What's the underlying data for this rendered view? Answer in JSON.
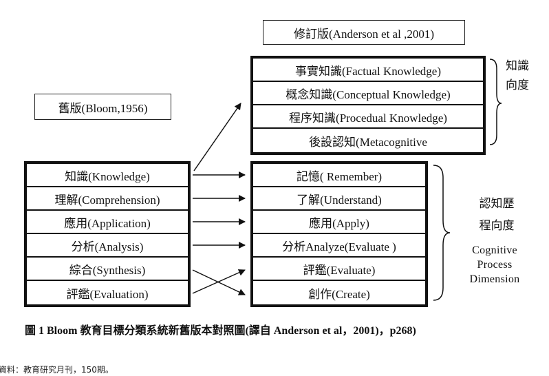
{
  "revised_title": "修訂版(Anderson et al ,2001)",
  "old_title": "舊版(Bloom,1956)",
  "knowledge_dimension": {
    "label_line1": "知識",
    "label_line2": "向度",
    "items": [
      "事實知識(Factual Knowledge)",
      "概念知識(Conceptual Knowledge)",
      "程序知識(Procedual Knowledge)",
      "後設認知(Metacognitive"
    ]
  },
  "old_levels": [
    "知識(Knowledge)",
    "理解(Comprehension)",
    "應用(Application)",
    "分析(Analysis)",
    "綜合(Synthesis)",
    "評鑑(Evaluation)"
  ],
  "new_levels": [
    "記憶( Remember)",
    "了解(Understand)",
    "應用(Apply)",
    "分析Analyze(Evaluate )",
    "評鑑(Evaluate)",
    "創作(Create)"
  ],
  "cognitive_dimension": {
    "zh_line1": "認知歷",
    "zh_line2": "程向度",
    "en_line1": "Cognitive",
    "en_line2": "Process",
    "en_line3": "Dimension"
  },
  "caption": "圖 1 Bloom 教育目標分類系統新舊版本對照圖(譯自 Anderson et al，2001)，p268)",
  "source_note": "資料：教育研究月刊，150期。"
}
